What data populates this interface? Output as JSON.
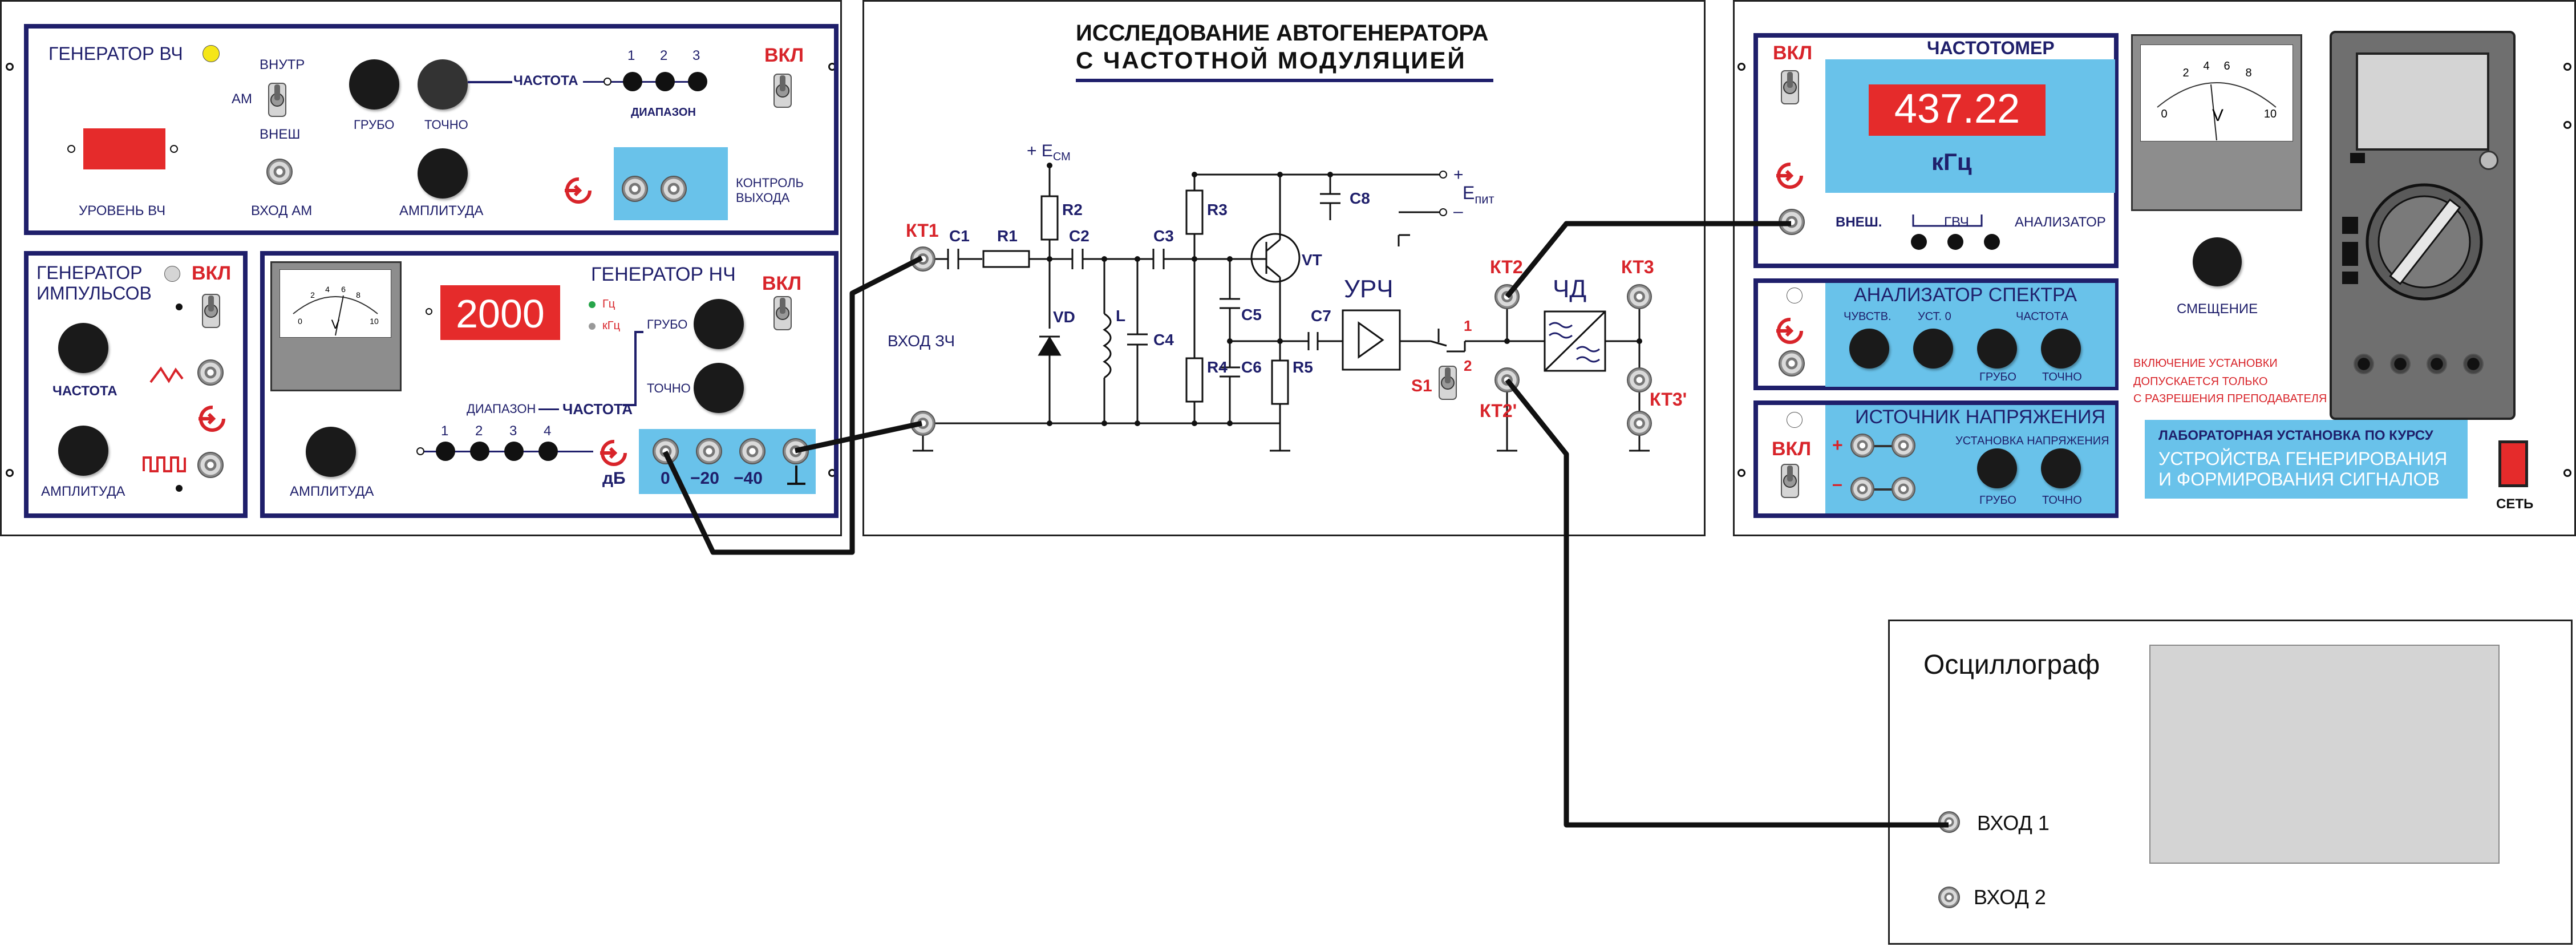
{
  "hf_gen": {
    "title": "ГЕНЕРАТОР ВЧ",
    "int_label": "ВНУТР",
    "am_label": "АМ",
    "ext_label": "ВНЕШ",
    "level_label": "УРОВЕНЬ ВЧ",
    "am_input_label": "ВХОД АМ",
    "coarse_label": "ГРУБО",
    "fine_label": "ТОЧНО",
    "freq_label": "ЧАСТОТА",
    "range_label": "ДИАПАЗОН",
    "range_numbers": [
      "1",
      "2",
      "3"
    ],
    "amplitude_label": "АМПЛИТУДА",
    "on_label": "ВКЛ",
    "output_label_1": "КОНТРОЛЬ",
    "output_label_2": "ВЫХОДА"
  },
  "pulse_gen": {
    "title_1": "ГЕНЕРАТОР",
    "title_2": "ИМПУЛЬСОВ",
    "on_label": "ВКЛ",
    "freq_label": "ЧАСТОТА",
    "amplitude_label": "АМПЛИТУДА"
  },
  "lf_gen": {
    "title": "ГЕНЕРАТОР НЧ",
    "display_value": "2000",
    "unit_hz": "Гц",
    "unit_khz": "кГц",
    "coarse_label": "ГРУБО",
    "fine_label": "ТОЧНО",
    "range_label": "ДИАПАЗОН",
    "freq_label": "ЧАСТОТА",
    "range_numbers": [
      "1",
      "2",
      "3",
      "4"
    ],
    "amplitude_label": "АМПЛИТУДА",
    "on_label": "ВКЛ",
    "db_label": "дБ",
    "atten_values": [
      "0",
      "−20",
      "−40"
    ],
    "meter_scale": [
      "0",
      "2",
      "4",
      "6",
      "8",
      "10"
    ],
    "meter_unit": "V"
  },
  "circuit": {
    "title_1": "ИССЛЕДОВАНИЕ АВТОГЕНЕРАТОРА",
    "title_2": "С ЧАСТОТНОЙ МОДУЛЯЦИЕЙ",
    "kt1": "КТ1",
    "lf_input": "ВХОД ЗЧ",
    "ecm": "+ E",
    "ecm_sub": "СМ",
    "epit": "E",
    "epit_sub": "пит",
    "plus": "+",
    "minus": "–",
    "components": [
      "C1",
      "R1",
      "C2",
      "R2",
      "VD",
      "L",
      "C4",
      "C3",
      "R3",
      "VT",
      "C8",
      "C5",
      "R4",
      "C6",
      "R5",
      "C7"
    ],
    "urch": "УРЧ",
    "chd": "ЧД",
    "switch": "S1",
    "switch_pos_1": "1",
    "switch_pos_2": "2",
    "kt2": "КТ2",
    "kt2p": "КТ2'",
    "kt3": "КТ3",
    "kt3p": "КТ3'"
  },
  "freq_meter": {
    "title": "ЧАСТОТОМЕР",
    "on_label": "ВКЛ",
    "value": "437.22",
    "unit": "кГц",
    "ext_label": "ВНЕШ.",
    "gvch_label": "ГВЧ",
    "analyzer_label": "АНАЛИЗАТОР"
  },
  "spectrum": {
    "title": "АНАЛИЗАТОР СПЕКТРА",
    "sens_label": "ЧУВСТВ.",
    "zero_label": "УСТ. 0",
    "freq_label": "ЧАСТОТА",
    "coarse_label": "ГРУБО",
    "fine_label": "ТОЧНО"
  },
  "voltage_src": {
    "title": "ИСТОЧНИК НАПРЯЖЕНИЯ",
    "on_label": "ВКЛ",
    "set_label": "УСТАНОВКА НАПРЯЖЕНИЯ",
    "coarse_label": "ГРУБО",
    "fine_label": "ТОЧНО",
    "plus": "+",
    "minus": "–"
  },
  "meter": {
    "scale": [
      "0",
      "2",
      "4",
      "6",
      "8",
      "10"
    ],
    "unit": "V",
    "offset_label": "СМЕЩЕНИЕ"
  },
  "warning": {
    "line_1": "ВКЛЮЧЕНИЕ УСТАНОВКИ",
    "line_2": "ДОПУСКАЕТСЯ ТОЛЬКО",
    "line_3": "С РАЗРЕШЕНИЯ ПРЕПОДАВАТЕЛЯ !"
  },
  "lab_badge": {
    "line_1": "ЛАБОРАТОРНАЯ УСТАНОВКА ПО КУРСУ",
    "line_2": "УСТРОЙСТВА ГЕНЕРИРОВАНИЯ",
    "line_3": "И ФОРМИРОВАНИЯ СИГНАЛОВ"
  },
  "power": {
    "label": "СЕТЬ"
  },
  "oscilloscope": {
    "title": "Осциллограф",
    "input_1": "ВХОД 1",
    "input_2": "ВХОД 2"
  },
  "colors": {
    "navy": "#1f1f6b",
    "display_red": "#e52b2b",
    "panel_blue": "#69c2ea",
    "accent_red": "#d8242a",
    "screen_gray": "#d4d4d4"
  }
}
